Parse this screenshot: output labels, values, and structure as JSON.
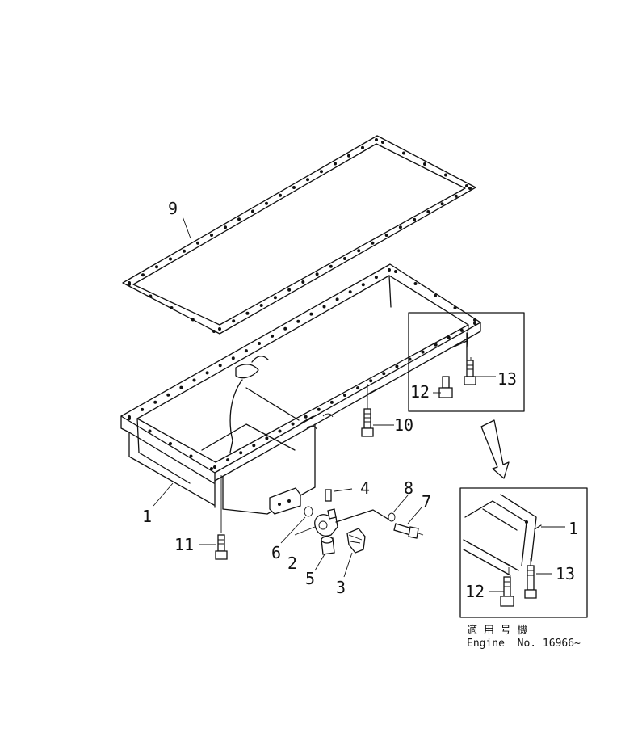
{
  "callouts": {
    "c1": "1",
    "c2": "2",
    "c3": "3",
    "c4": "4",
    "c5": "5",
    "c6": "6",
    "c7": "7",
    "c8": "8",
    "c9": "9",
    "c10": "10",
    "c11": "11",
    "c12": "12",
    "c13": "13"
  },
  "inset_callouts": {
    "c1": "1",
    "c12": "12",
    "c13": "13"
  },
  "note": {
    "line1": "適 用 号 機",
    "line2": "Engine  No. 16966~"
  }
}
